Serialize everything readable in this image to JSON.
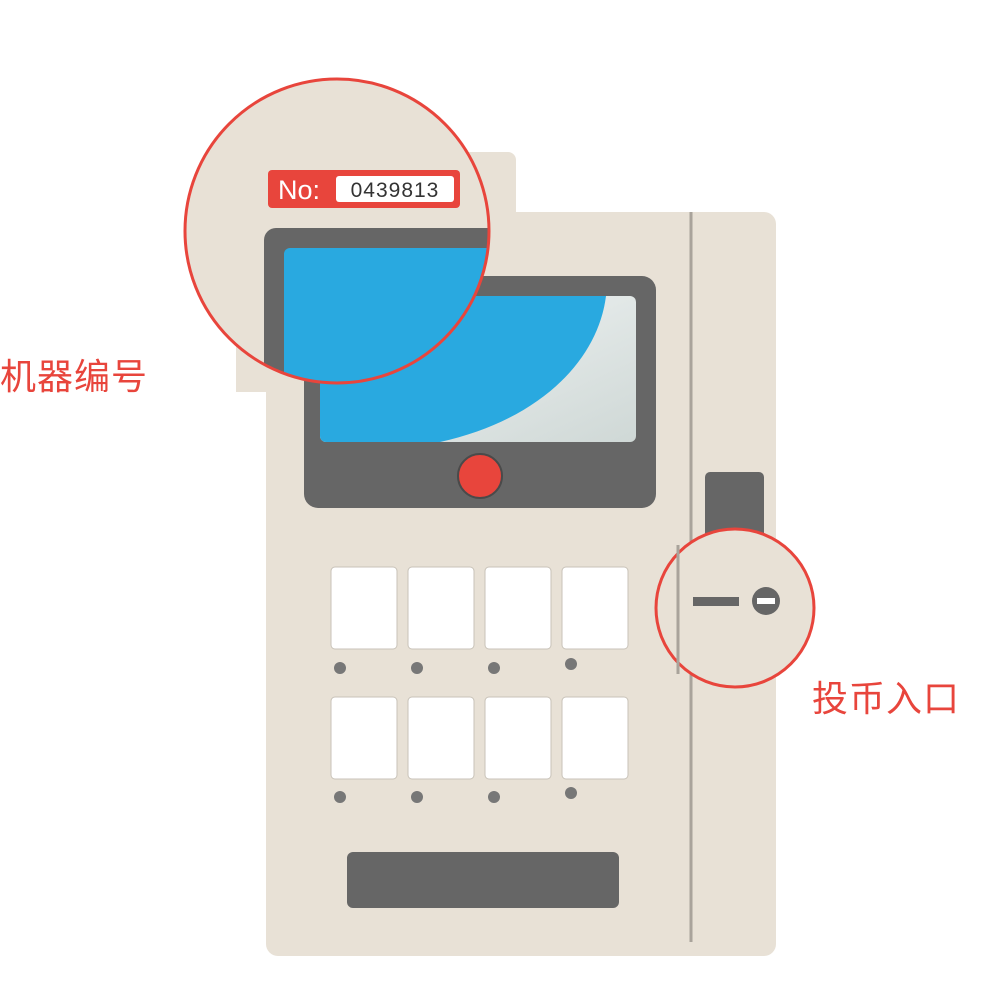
{
  "badge": {
    "prefix": "No:",
    "number": "0439813"
  },
  "labels": {
    "machine_number": "机器编号",
    "coin_slot": "投币入口"
  },
  "colors": {
    "accent_red": "#e8453c",
    "machine_body": "#e8e1d6",
    "machine_edge": "#dcd4c7",
    "dark_gray": "#666666",
    "screen_blue": "#29a9e0",
    "screen_light": "#e8eeee",
    "slot_white": "#ffffff",
    "dot_gray": "#777777",
    "text_dark": "#333333"
  },
  "icons": {
    "coin_slot": "coin-slot-icon",
    "coin": "coin-icon",
    "callout_top": "callout-circle",
    "callout_side": "callout-circle"
  }
}
